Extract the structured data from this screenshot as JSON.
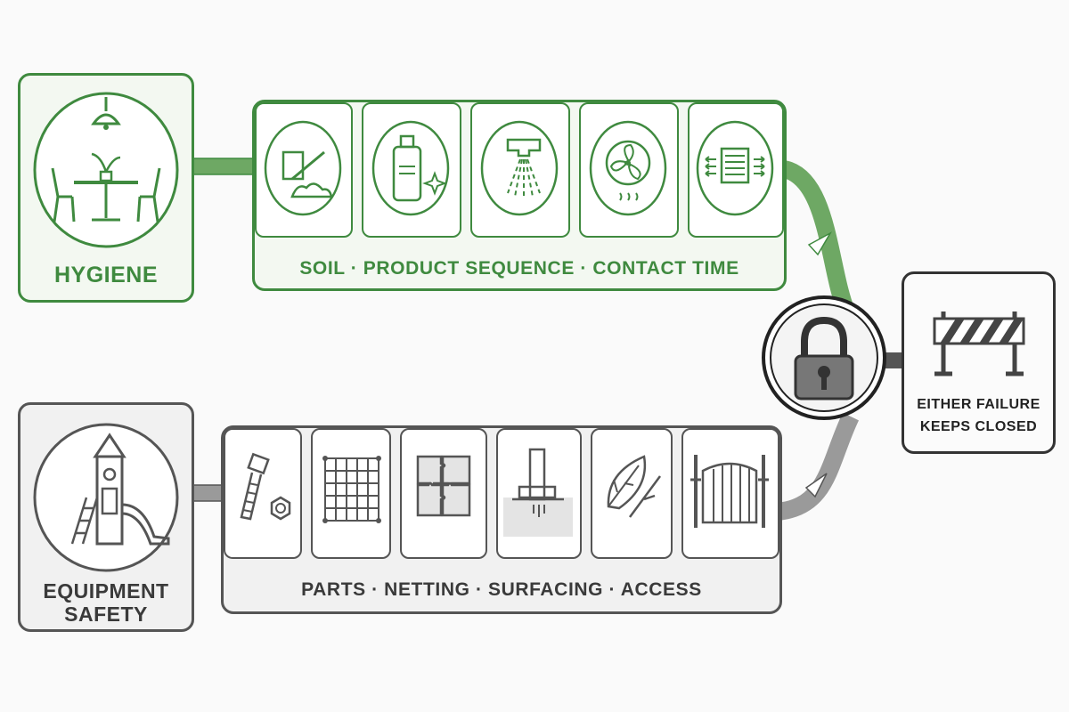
{
  "hygiene": {
    "label": "HYGIENE",
    "icon": "dining-table-icon",
    "steps": [
      "soil-scraping-icon",
      "cleaning-bottle-icon",
      "spray-nozzle-icon",
      "ventilation-fan-icon",
      "air-vent-icon"
    ],
    "caption": "SOIL · PRODUCT SEQUENCE · CONTACT TIME",
    "color": "#3f8a3f"
  },
  "equipment": {
    "label_line1": "EQUIPMENT",
    "label_line2": "SAFETY",
    "icon": "playground-icon",
    "steps": [
      "bolt-and-nut-icon",
      "netting-icon",
      "rubber-tiles-icon",
      "post-footing-icon",
      "leaf-debris-icon",
      "gate-icon"
    ],
    "caption": "PARTS · NETTING · SURFACING · ACCESS",
    "color": "#555555"
  },
  "lock": {
    "icon": "padlock-icon"
  },
  "result": {
    "icon": "barrier-icon",
    "line1": "EITHER FAILURE",
    "line2": "KEEPS CLOSED"
  }
}
